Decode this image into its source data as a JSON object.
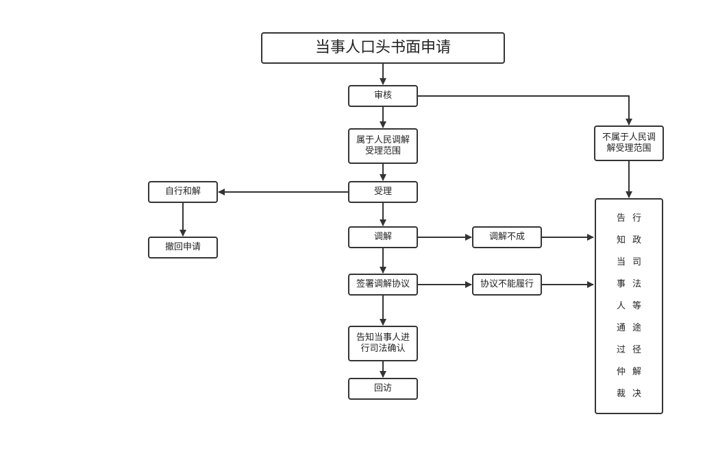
{
  "nodes": {
    "apply": "当事人口头书面申请",
    "review": "审核",
    "in_scope": [
      "属于人民调解",
      "受理范围"
    ],
    "out_scope": [
      "不属于人民调",
      "解受理范围"
    ],
    "accept": "受理",
    "self_settle": "自行和解",
    "withdraw": "撤回申请",
    "mediate": "调解",
    "mediate_fail": "调解不成",
    "sign": "签署调解协议",
    "not_fulfill": "协议不能履行",
    "notify_confirm": [
      "告知当事人进",
      "行司法确认"
    ],
    "followup": "回访",
    "inform": {
      "col1": [
        "告",
        "知",
        "当",
        "事",
        "人",
        "通",
        "过",
        "仲",
        "裁"
      ],
      "col2": [
        "行",
        "政",
        "司",
        "法",
        "等",
        "途",
        "径",
        "解",
        "决"
      ]
    }
  }
}
